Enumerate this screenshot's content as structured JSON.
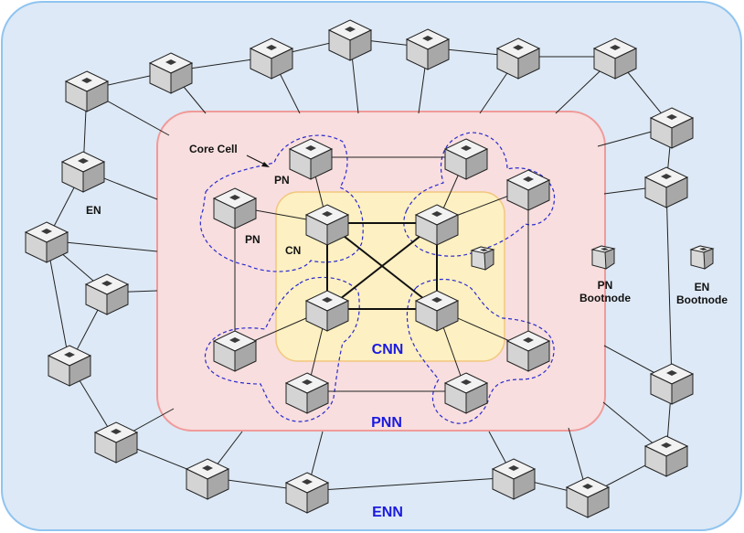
{
  "zones": {
    "enn": "ENN",
    "pnn": "PNN",
    "cnn": "CNN"
  },
  "labels": {
    "core_cell": "Core Cell",
    "pn": "PN",
    "pn2": "PN",
    "cn": "CN",
    "en": "EN",
    "pn_bootnode_line1": "PN",
    "pn_bootnode_line2": "Bootnode",
    "en_bootnode_line1": "EN",
    "en_bootnode_line2": "Bootnode"
  },
  "colors": {
    "enn_fill": "#dde9f6",
    "enn_stroke": "#90c4f0",
    "pnn_fill": "#f8dede",
    "pnn_stroke": "#f09a9a",
    "cnn_fill": "#fdf0c2",
    "cnn_stroke": "#f2c77e",
    "cell_dash": "#2a2ad0",
    "zone_text": "#1a1ae0"
  },
  "icons": {
    "node": "server-cube-icon",
    "bootnode": "bootnode-icon"
  }
}
